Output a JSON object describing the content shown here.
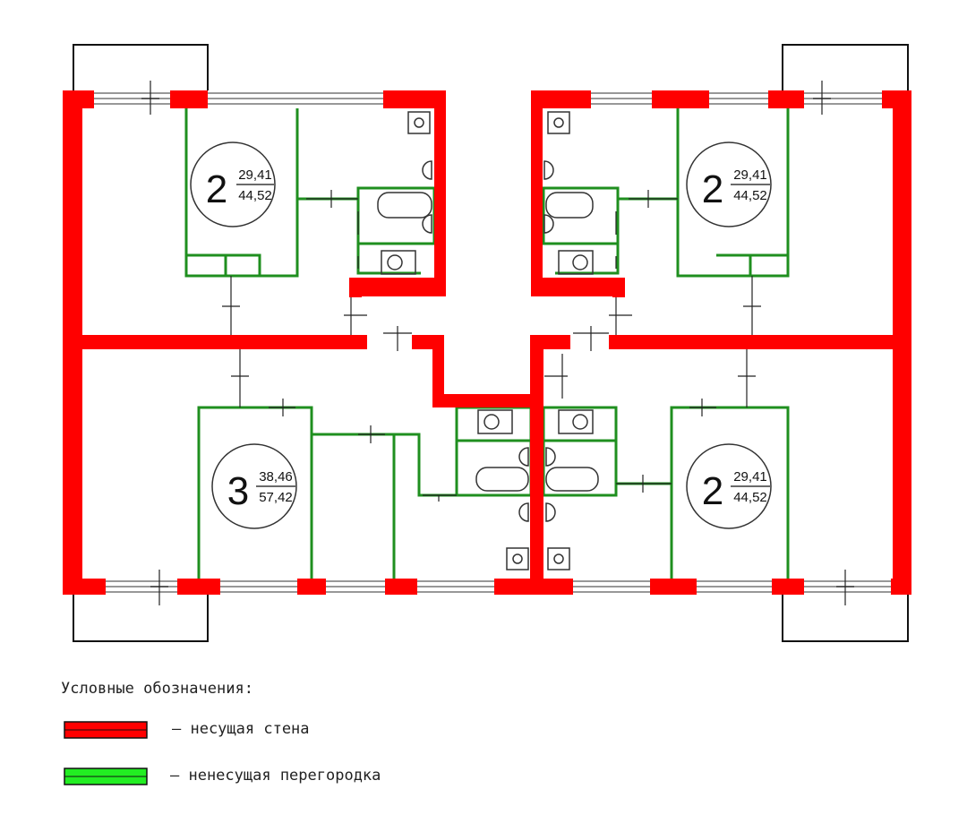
{
  "colors": {
    "bearing_wall": "#ff0000",
    "partition": "#1f8f1f",
    "partition_legend": "#22ee22",
    "line": "#111111",
    "window": "#777777"
  },
  "apartments": [
    {
      "rooms": "2",
      "living_area": "29,41",
      "total_area": "44,52"
    },
    {
      "rooms": "2",
      "living_area": "29,41",
      "total_area": "44,52"
    },
    {
      "rooms": "3",
      "living_area": "38,46",
      "total_area": "57,42"
    },
    {
      "rooms": "2",
      "living_area": "29,41",
      "total_area": "44,52"
    }
  ],
  "legend": {
    "title": "Условные обозначения:",
    "items": [
      {
        "label": "– несущая стена",
        "icon": "bearing-wall-swatch"
      },
      {
        "label": "– ненесущая перегородка",
        "icon": "partition-swatch"
      }
    ]
  }
}
